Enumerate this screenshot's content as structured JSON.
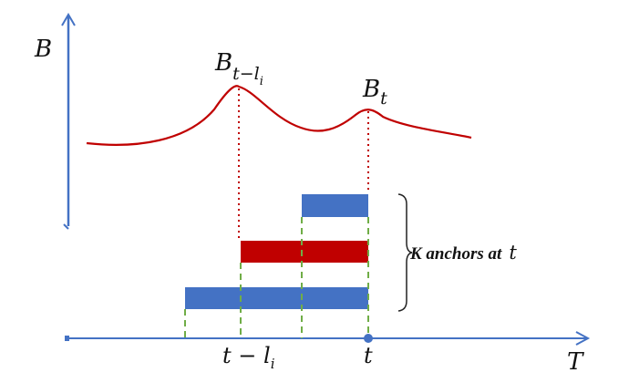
{
  "labels": {
    "y_axis": "B",
    "x_axis": "T",
    "peak_left_base": "B",
    "peak_left_sub": "t−l",
    "peak_left_subsub": "i",
    "peak_right_base": "B",
    "peak_right_sub": "t",
    "tick_left_main": "t − l",
    "tick_left_sub": "i",
    "tick_right": "t",
    "anchors_text": "K anchors at",
    "anchors_var": "t"
  },
  "colors": {
    "axis": "#4472C4",
    "curve": "#C00000",
    "anchor_blue": "#4472C4",
    "anchor_red": "#C00000",
    "guide_green": "#70AD47",
    "guide_red": "#C00000"
  }
}
